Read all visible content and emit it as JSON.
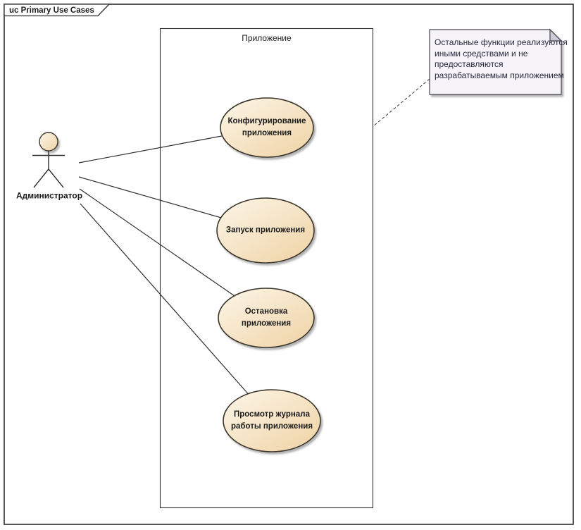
{
  "frame": {
    "title": "uc Primary Use Cases"
  },
  "system_boundary": {
    "label": "Приложение"
  },
  "actor": {
    "name": "Администратор"
  },
  "use_cases": [
    {
      "label": "Конфигурирование\nприложения"
    },
    {
      "label": "Запуск приложения"
    },
    {
      "label": "Остановка\nприложения"
    },
    {
      "label": "Просмотр журнала\nработы приложения"
    }
  ],
  "note": {
    "text": "Остальные функции реализуются\nиными средствами и не\nпредоставляются\nразрабатываемым приложением"
  },
  "colors": {
    "ellipse_gradient_start": "#fcf6e8",
    "ellipse_gradient_end": "#efd2a4",
    "shape_border": "#3a352c",
    "line": "#2d2d2d",
    "note_fill": "#f7f4f9",
    "note_fold": "#ccccd6",
    "note_text": "#29293f",
    "shadow": "#a9a9a9"
  }
}
